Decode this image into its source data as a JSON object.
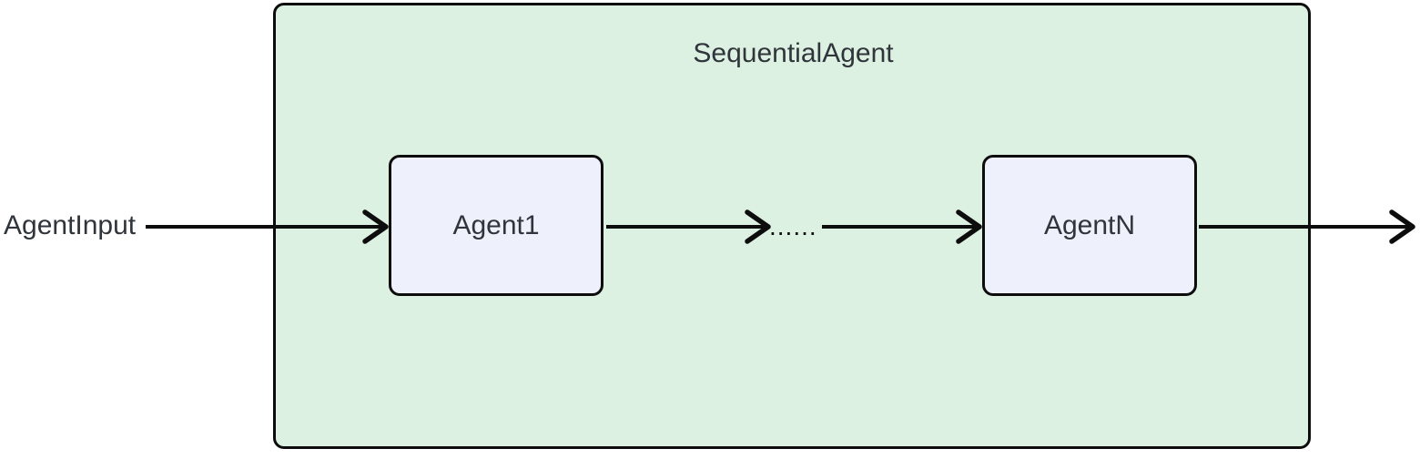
{
  "diagram": {
    "type": "flowchart",
    "title": "SequentialAgent",
    "input_label": "AgentInput",
    "ellipsis": "......",
    "nodes": [
      {
        "id": "agent1",
        "label": "Agent1"
      },
      {
        "id": "agentn",
        "label": "AgentN"
      }
    ],
    "edges": [
      {
        "from": "AgentInput",
        "to": "Agent1"
      },
      {
        "from": "Agent1",
        "to": "......"
      },
      {
        "from": "......",
        "to": "AgentN"
      },
      {
        "from": "AgentN",
        "to": null
      }
    ],
    "colors": {
      "group_fill": "#ddf1e3",
      "node_fill": "#eef1fb",
      "stroke": "#0d0d0d",
      "text": "#2f353b",
      "background": "#ffffff"
    }
  }
}
